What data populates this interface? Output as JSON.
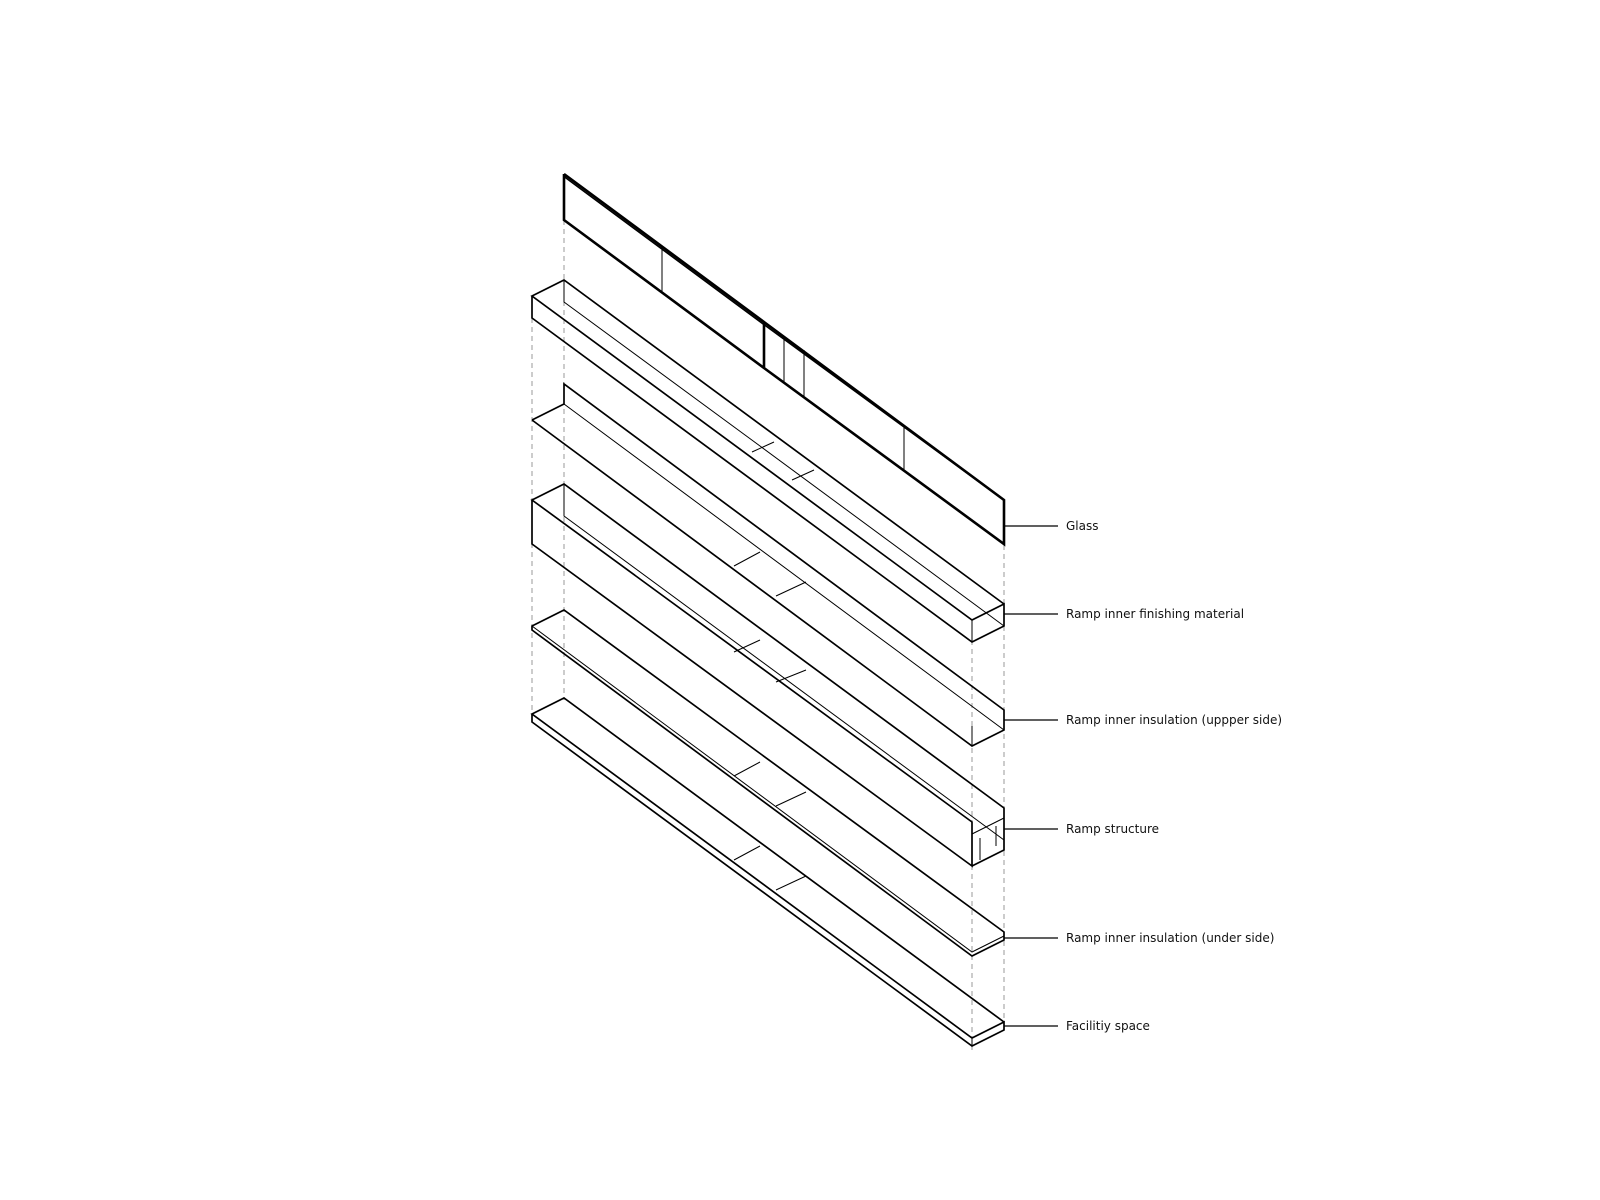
{
  "layers": [
    {
      "id": "glass",
      "label": "Glass"
    },
    {
      "id": "finishing",
      "label": "Ramp inner finishing material"
    },
    {
      "id": "insulation_upper",
      "label": "Ramp inner insulation (uppper side)"
    },
    {
      "id": "structure",
      "label": "Ramp structure"
    },
    {
      "id": "insulation_under",
      "label": "Ramp inner insulation (under side)"
    },
    {
      "id": "facility",
      "label": "Facilitiy space"
    }
  ],
  "colors": {
    "line": "#000000",
    "guide": "#9a9a9a",
    "background": "#ffffff"
  }
}
